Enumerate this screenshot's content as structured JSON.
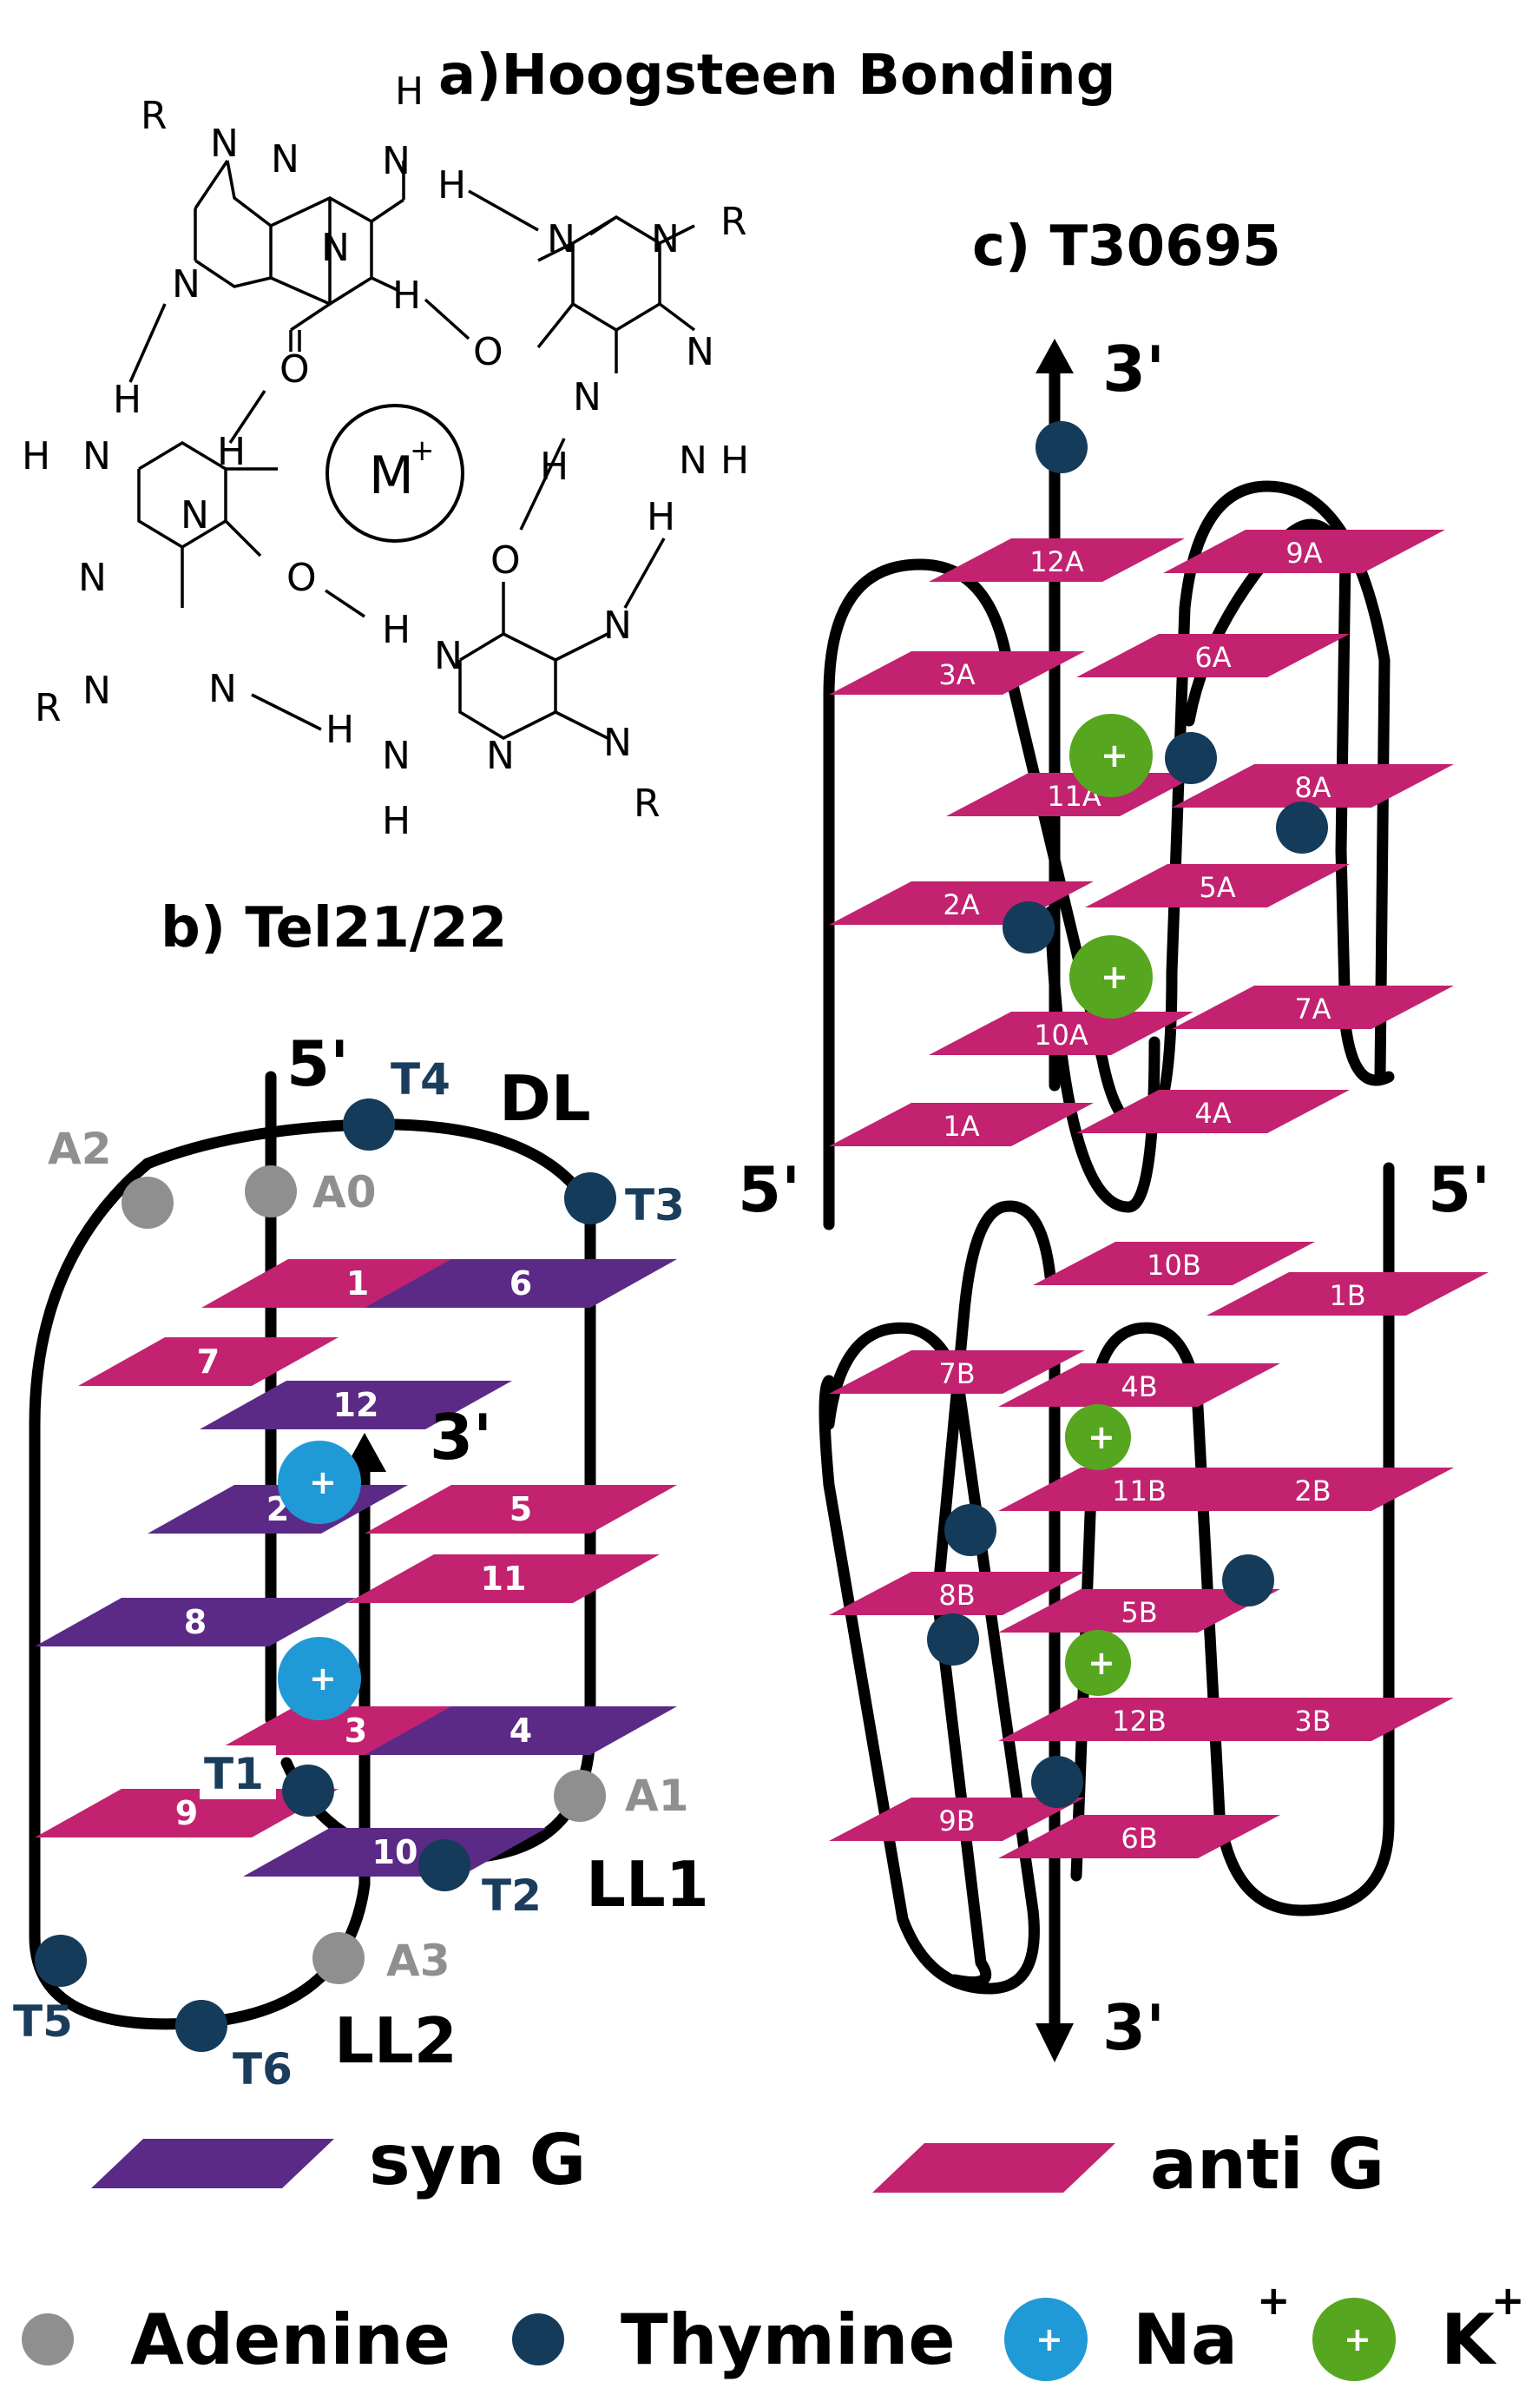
{
  "colors": {
    "anti_g": "#c2226f",
    "syn_g": "#5b2a86",
    "adenine": "#8f8f8f",
    "thymine": "#153b5a",
    "na_ion": "#1f9ad6",
    "k_ion": "#56a61f"
  },
  "panel_a": {
    "title": "a)Hoogsteen Bonding",
    "metal_label": "M",
    "metal_charge": "+",
    "atoms": {
      "N": "N",
      "H": "H",
      "O": "O",
      "R": "R"
    }
  },
  "panel_b": {
    "title": "b) Tel21/22",
    "five_prime": "5'",
    "three_prime": "3'",
    "loops": {
      "DL": "DL",
      "LL1": "LL1",
      "LL2": "LL2"
    },
    "nucleotides": {
      "T4": "T4",
      "T3": "T3",
      "T1": "T1",
      "T2": "T2",
      "T5": "T5",
      "T6": "T6",
      "A0": "A0",
      "A1": "A1",
      "A2": "A2",
      "A3": "A3"
    },
    "quartets": [
      "1",
      "2",
      "3",
      "4",
      "5",
      "6",
      "7",
      "8",
      "9",
      "10",
      "11",
      "12"
    ],
    "ion": "+"
  },
  "panel_c": {
    "title": "c) T30695",
    "five_prime": "5'",
    "three_prime": "3'",
    "quartets_a": [
      "1A",
      "2A",
      "3A",
      "4A",
      "5A",
      "6A",
      "7A",
      "8A",
      "9A",
      "10A",
      "11A",
      "12A"
    ],
    "quartets_b": [
      "1B",
      "2B",
      "3B",
      "4B",
      "5B",
      "6B",
      "7B",
      "8B",
      "9B",
      "10B",
      "11B",
      "12B"
    ],
    "ion": "+"
  },
  "legend": {
    "syn": "syn G",
    "anti": "anti G",
    "adenine": "Adenine",
    "thymine": "Thymine",
    "na": "Na",
    "k": "K",
    "plus": "+"
  }
}
